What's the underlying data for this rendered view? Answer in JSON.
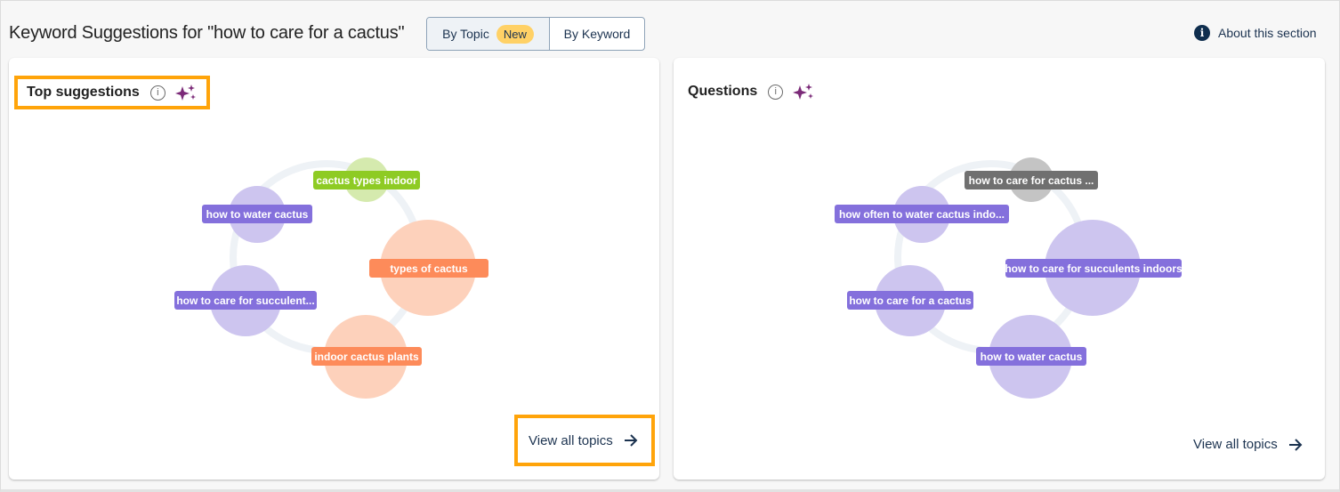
{
  "header": {
    "title": "Keyword Suggestions for \"how to care for a cactus\"",
    "toggle": {
      "by_topic": "By Topic",
      "new_badge": "New",
      "by_keyword": "By Keyword"
    },
    "about": "About this section"
  },
  "colors": {
    "purple_bubble": "#cdc5ef",
    "purple_tag": "#8470dc",
    "orange_bubble": "#fdd1bb",
    "orange_tag": "#fd8b5a",
    "green_bubble": "#d5eaae",
    "green_tag": "#8ecb24",
    "gray_bubble": "#c4c4c4",
    "gray_tag": "#707070",
    "ring": "#eef2f6",
    "highlight": "#ffa40a"
  },
  "top_suggestions": {
    "title": "Top suggestions",
    "view_all": "View all topics",
    "topics": [
      {
        "label": "cactus types indoor",
        "color": "green"
      },
      {
        "label": "how to water cactus",
        "color": "purple"
      },
      {
        "label": "types of cactus",
        "color": "orange"
      },
      {
        "label": "how to care for succulent...",
        "color": "purple"
      },
      {
        "label": "indoor cactus plants",
        "color": "orange"
      }
    ]
  },
  "questions": {
    "title": "Questions",
    "view_all": "View all topics",
    "topics": [
      {
        "label": "how to care for cactus ...",
        "color": "gray"
      },
      {
        "label": "how often to water cactus indo...",
        "color": "purple"
      },
      {
        "label": "how to care for succulents indoors",
        "color": "purple"
      },
      {
        "label": "how to care for a cactus",
        "color": "purple"
      },
      {
        "label": "how to water cactus",
        "color": "purple"
      }
    ]
  }
}
